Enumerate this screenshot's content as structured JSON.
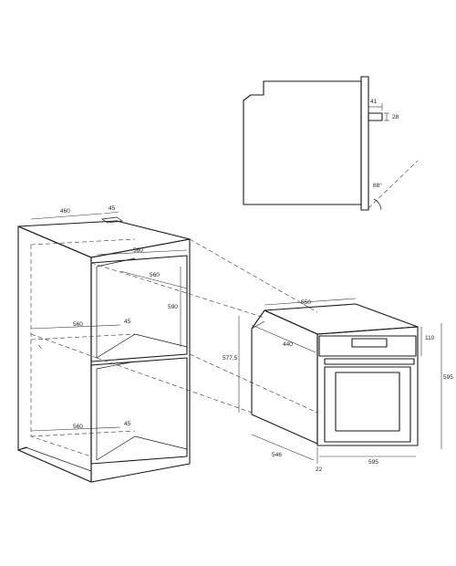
{
  "side_profile": {
    "dims": {
      "flange_depth": "41",
      "handle_height": "28",
      "door_angle": "88°"
    }
  },
  "cabinet": {
    "dims": {
      "top_depth": "460",
      "top_offset": "45",
      "inner_width_top": "560",
      "inner_depth_top": "560",
      "niche_height": "590",
      "mid_width": "560",
      "mid_offset": "45",
      "bottom_width": "560",
      "bottom_offset": "45"
    }
  },
  "oven": {
    "dims": {
      "top_width": "550",
      "side_depth": "440",
      "height_body": "577,5",
      "panel_height": "110",
      "total_height": "595",
      "base_depth": "546",
      "front_gap": "22",
      "front_width": "595"
    }
  }
}
